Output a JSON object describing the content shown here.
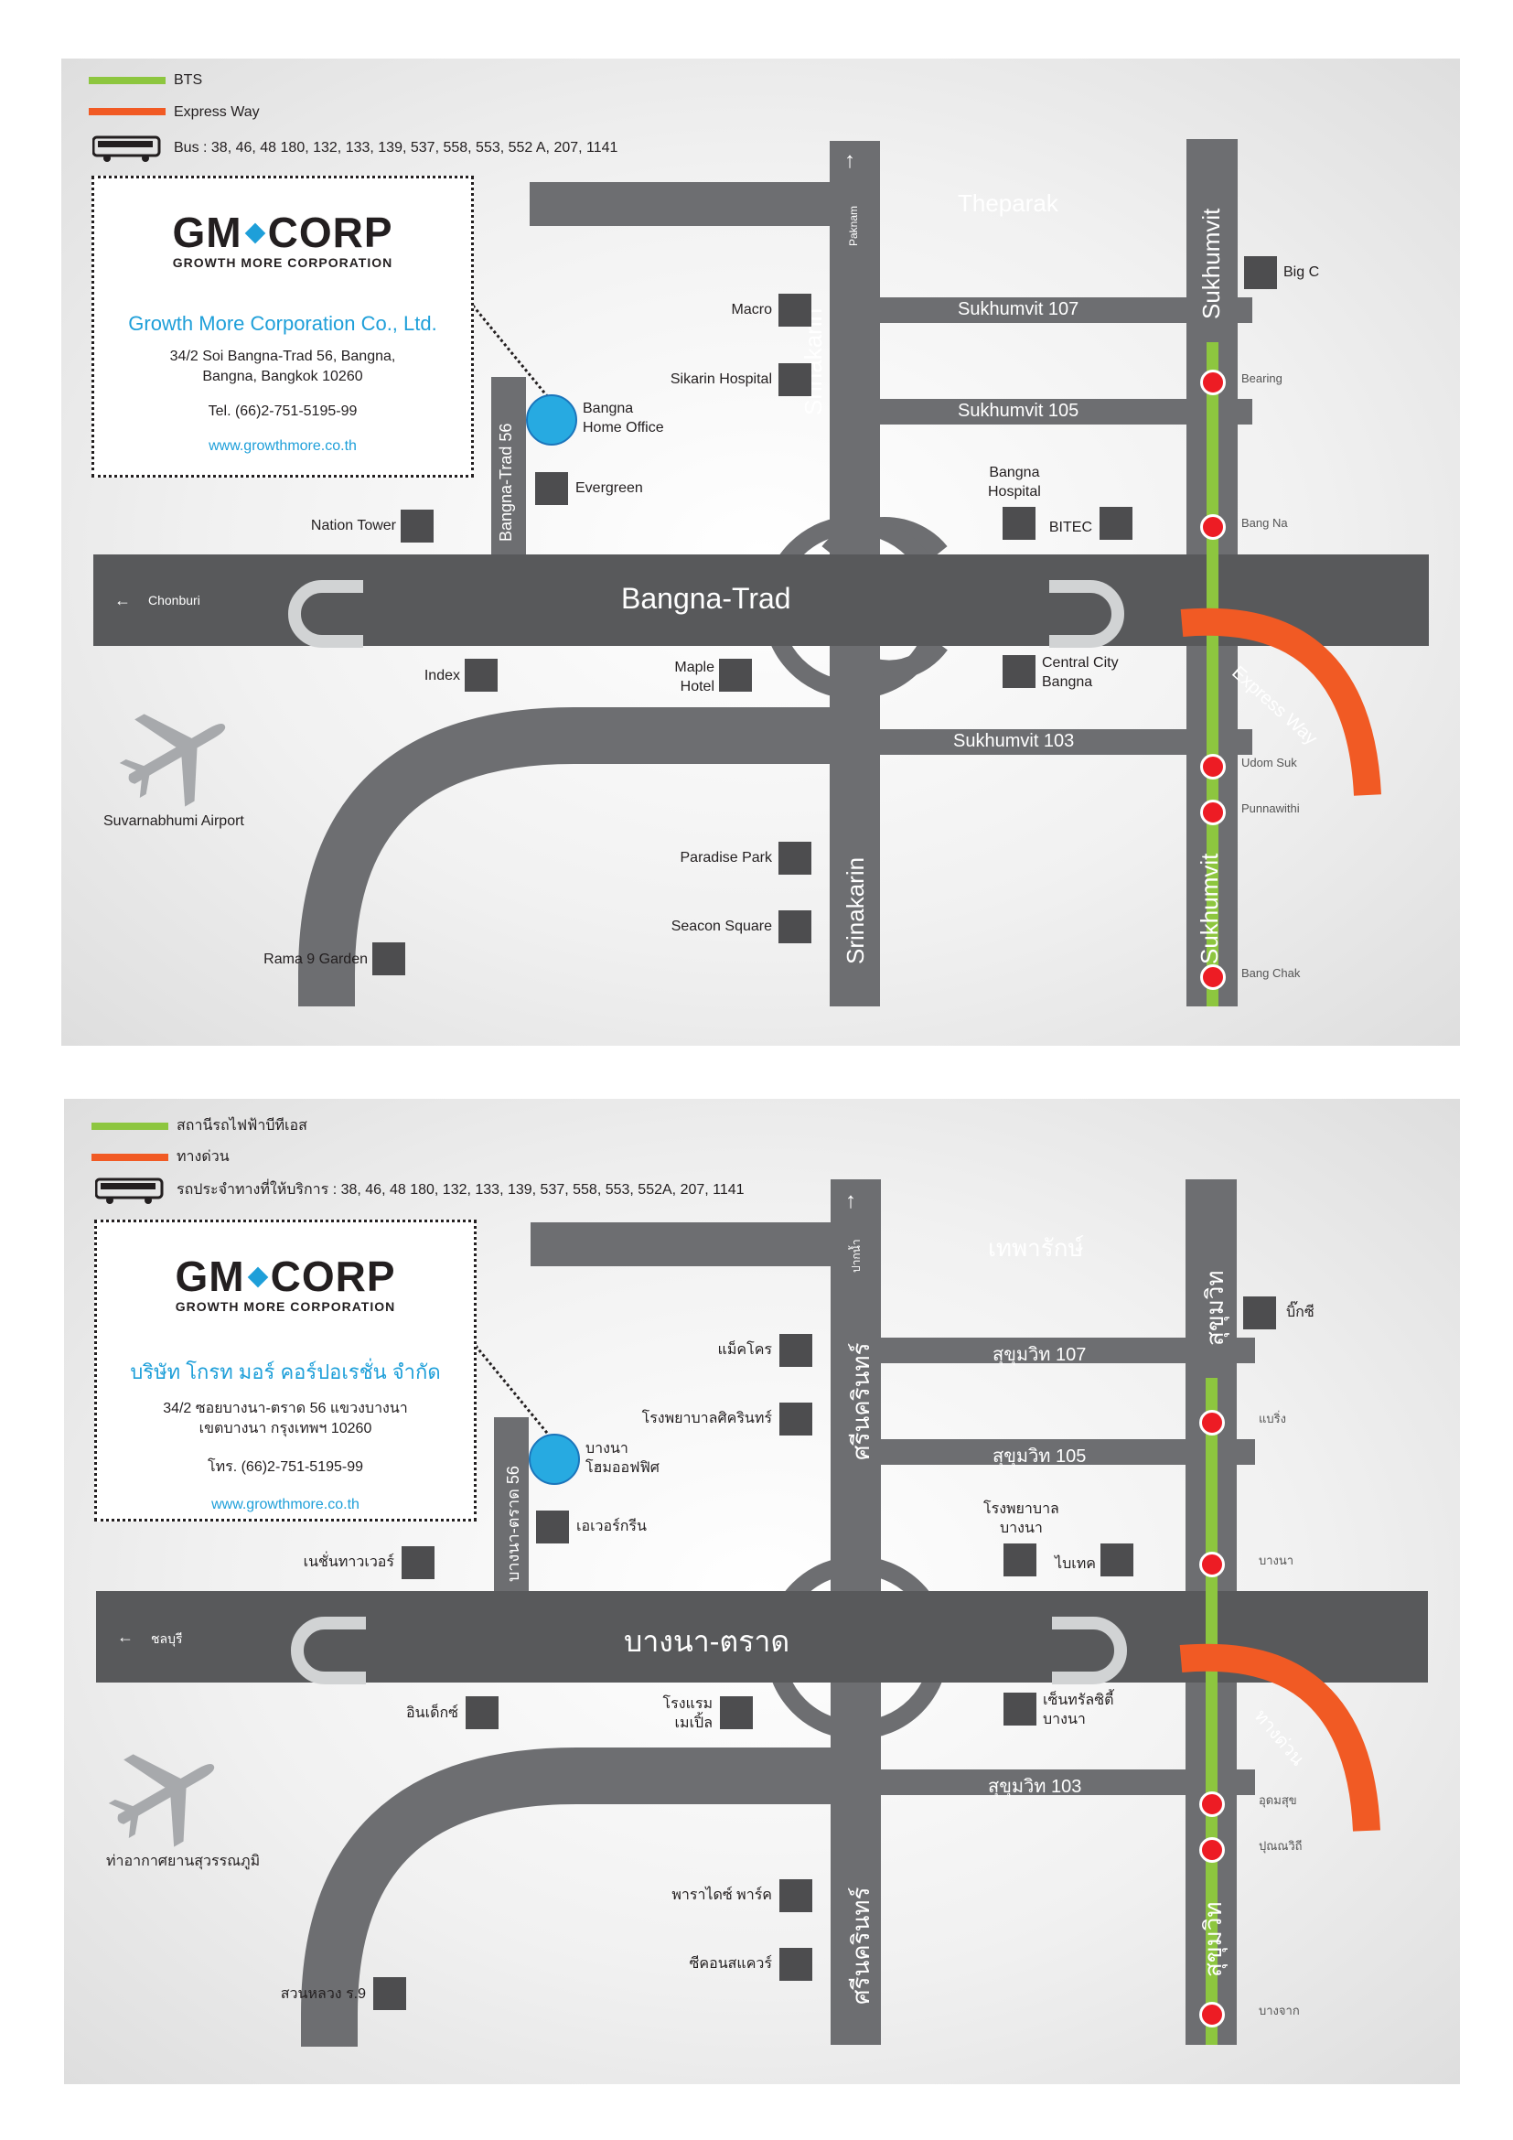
{
  "maps": [
    {
      "id": "english",
      "legend": {
        "bts": "BTS",
        "expressway": "Express Way",
        "bus": "Bus : 38, 46, 48 180, 132, 133, 139, 537, 558, 553, 552 A, 207, 1141"
      },
      "card": {
        "logo_left": "GM",
        "logo_right": "CORP",
        "logo_sub": "GROWTH MORE CORPORATION",
        "company": "Growth More Corporation Co., Ltd.",
        "address_1": "34/2 Soi Bangna-Trad 56, Bangna,",
        "address_2": "Bangna, Bangkok 10260",
        "tel": "Tel. (66)2-751-5195-99",
        "web": "www.growthmore.co.th"
      },
      "roads": {
        "theparak": "Theparak",
        "sukhumvit_107": "Sukhumvit 107",
        "sukhumvit_105": "Sukhumvit 105",
        "sukhumvit_103": "Sukhumvit 103",
        "bangna_trad": "Bangna-Trad",
        "srinakarin_top": "Srinakarin",
        "srinakarin_bottom": "Srinakarin",
        "sukhumvit_top": "Sukhumvit",
        "sukhumvit_bottom": "Sukhumvit",
        "bangna_trad_56": "Bangna-Trad 56",
        "paknam": "Paknam",
        "chonburi": "Chonburi",
        "express_way": "Express Way"
      },
      "places": {
        "office": [
          "Bangna",
          "Home Office"
        ],
        "big_c": "Big C",
        "macro": "Macro",
        "sikarin": "Sikarin Hospital",
        "evergreen": "Evergreen",
        "nation_tower": "Nation Tower",
        "bangna_hospital": [
          "Bangna",
          "Hospital"
        ],
        "bitec": "BITEC",
        "index": "Index",
        "maple": [
          "Maple",
          "Hotel"
        ],
        "central_city": [
          "Central City",
          "Bangna"
        ],
        "airport": "Suvarnabhumi Airport",
        "paradise_park": "Paradise Park",
        "seacon": "Seacon Square",
        "rama9": "Rama 9 Garden"
      },
      "stations": {
        "bearing": "Bearing",
        "bang_na": "Bang Na",
        "udom_suk": "Udom Suk",
        "punnawithi": "Punnawithi",
        "bang_chak": "Bang Chak"
      }
    },
    {
      "id": "thai",
      "legend": {
        "bts": "สถานีรถไฟฟ้าบีทีเอส",
        "expressway": "ทางด่วน",
        "bus": "รถประจำทางที่ให้บริการ : 38, 46, 48 180, 132, 133, 139, 537, 558, 553, 552A, 207, 1141"
      },
      "card": {
        "logo_left": "GM",
        "logo_right": "CORP",
        "logo_sub": "GROWTH MORE CORPORATION",
        "company": "บริษัท โกรท มอร์ คอร์ปอเรชั่น จำกัด",
        "address_1": "34/2 ซอยบางนา-ตราด 56 แขวงบางนา",
        "address_2": "เขตบางนา กรุงเทพฯ 10260",
        "tel": "โทร. (66)2-751-5195-99",
        "web": "www.growthmore.co.th"
      },
      "roads": {
        "theparak": "เทพารักษ์",
        "sukhumvit_107": "สุขุมวิท 107",
        "sukhumvit_105": "สุขุมวิท 105",
        "sukhumvit_103": "สุขุมวิท 103",
        "bangna_trad": "บางนา-ตราด",
        "srinakarin_top": "ศรีนครินทร์",
        "srinakarin_bottom": "ศรีนครินทร์",
        "sukhumvit_top": "สุขุมวิท",
        "sukhumvit_bottom": "สุขุมวิท",
        "bangna_trad_56": "บางนา-ตราด 56",
        "paknam": "ปากน้ำ",
        "chonburi": "ชลบุรี",
        "express_way": "ทางด่วน"
      },
      "places": {
        "office": [
          "บางนา",
          "โฮมออฟฟิศ"
        ],
        "big_c": "บิ๊กซี",
        "macro": "แม็คโคร",
        "sikarin": "โรงพยาบาลศิครินทร์",
        "evergreen": "เอเวอร์กรีน",
        "nation_tower": "เนชั่นทาวเวอร์",
        "bangna_hospital": [
          "โรงพยาบาล",
          "บางนา"
        ],
        "bitec": "ไบเทค",
        "index": "อินเด็กซ์",
        "maple": [
          "โรงแรม",
          "เมเปิ้ล"
        ],
        "central_city": [
          "เซ็นทรัลซิตี้",
          "บางนา"
        ],
        "airport": "ท่าอากาศยานสุวรรณภูมิ",
        "paradise_park": "พาราไดซ์ พาร์ค",
        "seacon": "ซีคอนสแควร์",
        "rama9": "สวนหลวง ร.9"
      },
      "stations": {
        "bearing": "แบริ่ง",
        "bang_na": "บางนา",
        "udom_suk": "อุดมสุข",
        "punnawithi": "ปุณณวิถี",
        "bang_chak": "บางจาก"
      }
    }
  ],
  "colors": {
    "bts": "#8dc63f",
    "expressway": "#f15a24",
    "road": "#6d6e71",
    "main_road": "#58595b",
    "building": "#4d4d4f",
    "brand_blue": "#1e9fd9",
    "office_dot": "#27aae1"
  },
  "icons": {
    "bus": "bus-icon",
    "airport": "airplane-icon",
    "station": "bts-station-icon",
    "arrow_up": "arrow-up-icon",
    "arrow_left": "arrow-left-icon"
  }
}
